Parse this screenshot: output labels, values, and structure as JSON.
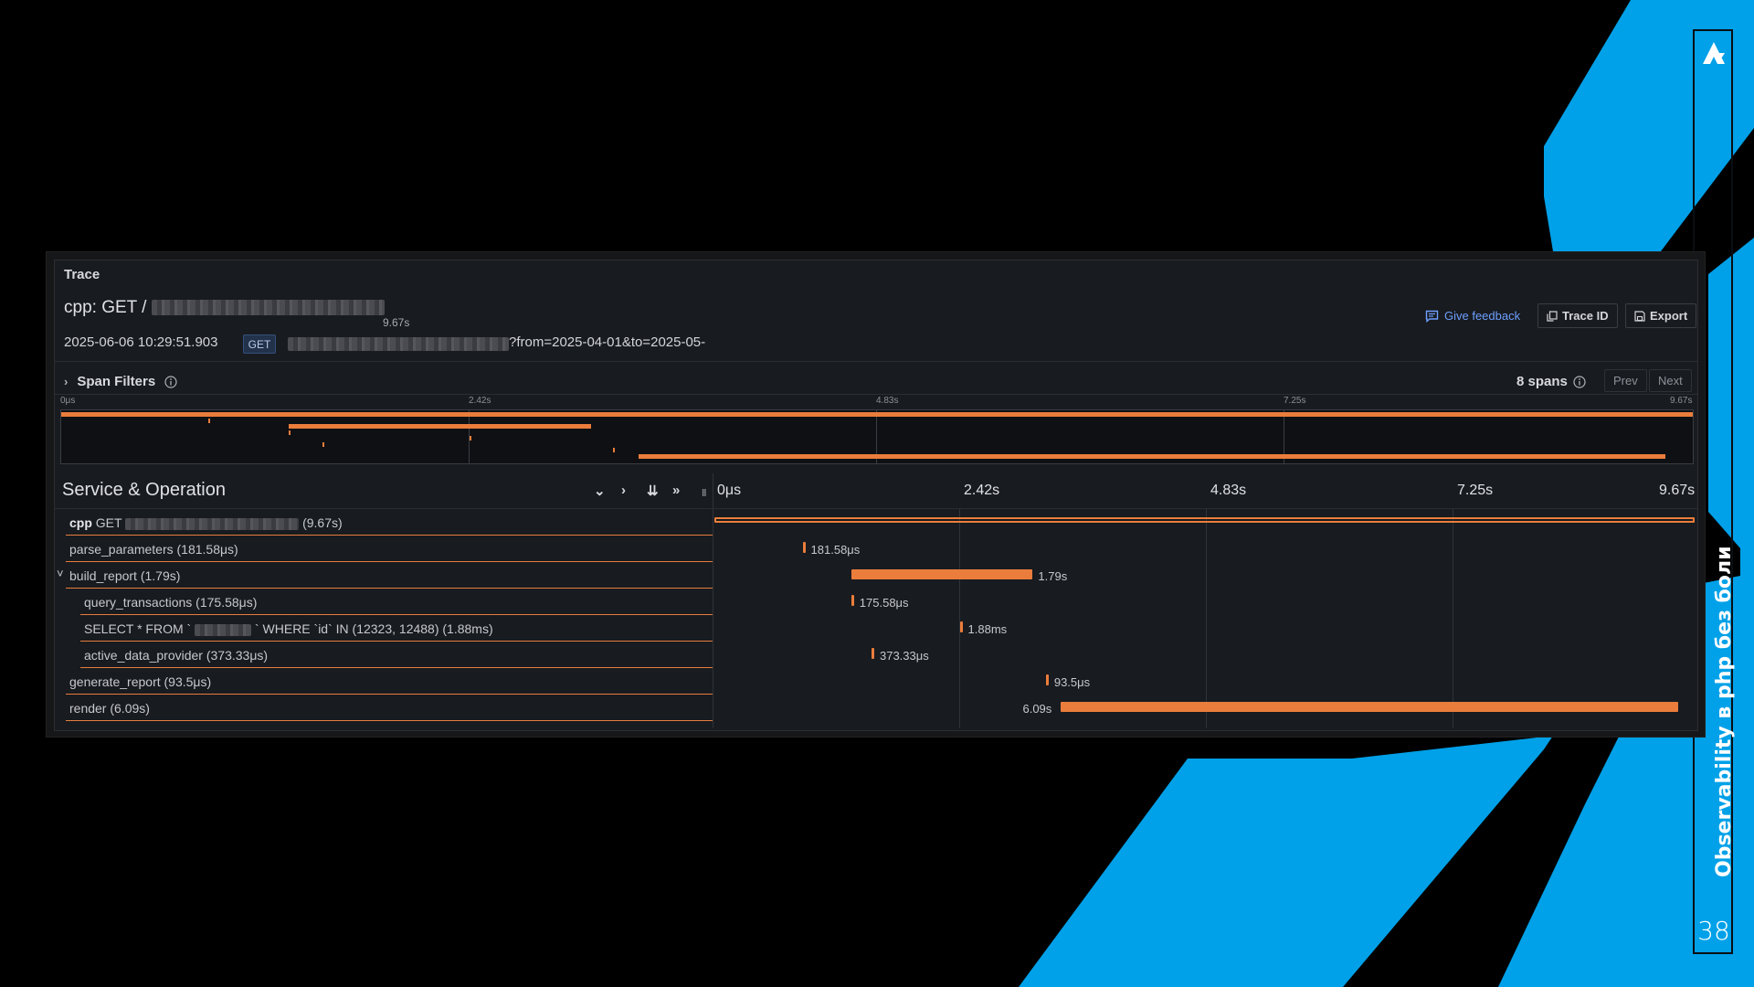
{
  "slide": {
    "side_title": "Observability в php без боли",
    "page_number": "38",
    "colors": {
      "accent_blue": "#00a1e8",
      "background": "#000000"
    }
  },
  "trace": {
    "panel_title": "Trace",
    "name_prefix": "cpp: GET /",
    "duration": "9.67s",
    "timestamp": "2025-06-06 10:29:51.903",
    "method": "GET",
    "url_suffix": "?from=2025-04-01&to=2025-05-",
    "actions": {
      "feedback": "Give feedback",
      "trace_id": "Trace ID",
      "export": "Export"
    }
  },
  "filters": {
    "label": "Span Filters",
    "spans_count": "8 spans",
    "prev": "Prev",
    "next": "Next"
  },
  "minimap": {
    "ticks": [
      "0μs",
      "2.42s",
      "4.83s",
      "7.25s",
      "9.67s"
    ]
  },
  "list": {
    "header": "Service & Operation",
    "time_ticks": [
      "0μs",
      "2.42s",
      "4.83s",
      "7.25s",
      "9.67s"
    ],
    "total_s": 9.67,
    "rows": [
      {
        "service": "cpp",
        "name_prefix": "GET",
        "redacted": true,
        "name_suffix": "(9.67s)",
        "depth": 0,
        "start_s": 0.0,
        "dur_s": 9.67,
        "bar_label": ""
      },
      {
        "name": "parse_parameters (181.58μs)",
        "depth": 0,
        "start_s": 0.87,
        "dur_s": 0.0002,
        "bar_label": "181.58μs"
      },
      {
        "name": "build_report (1.79s)",
        "depth": 0,
        "collapsible": true,
        "start_s": 1.35,
        "dur_s": 1.79,
        "bar_label": "1.79s"
      },
      {
        "name": "query_transactions (175.58μs)",
        "depth": 1,
        "start_s": 1.35,
        "dur_s": 0.0002,
        "bar_label": "175.58μs"
      },
      {
        "name_prefix": "SELECT * FROM `",
        "redacted": true,
        "name_suffix": "` WHERE `id` IN (12323, 12488) (1.88ms)",
        "depth": 1,
        "start_s": 2.42,
        "dur_s": 0.002,
        "bar_label": "1.88ms"
      },
      {
        "name": "active_data_provider (373.33μs)",
        "depth": 1,
        "start_s": 1.55,
        "dur_s": 0.0004,
        "bar_label": "373.33μs"
      },
      {
        "name": "generate_report (93.5μs)",
        "depth": 0,
        "start_s": 3.27,
        "dur_s": 0.0001,
        "bar_label": "93.5μs"
      },
      {
        "name": "render (6.09s)",
        "depth": 0,
        "start_s": 3.42,
        "dur_s": 6.09,
        "bar_label": "6.09s",
        "label_left": true
      }
    ]
  }
}
